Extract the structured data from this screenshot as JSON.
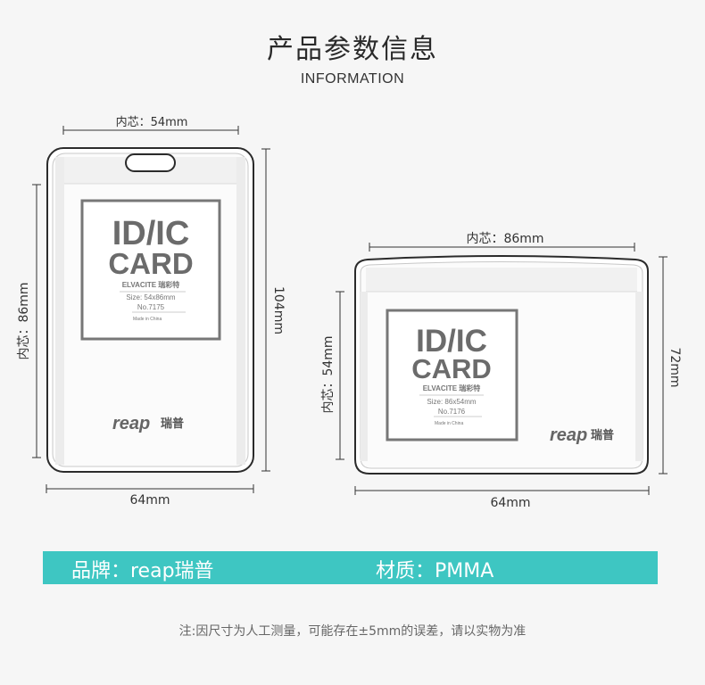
{
  "header": {
    "title": "产品参数信息",
    "subtitle": "INFORMATION"
  },
  "vertical_card": {
    "top_dim": "内芯：54mm",
    "left_dim": "内芯：86mm",
    "right_dim": "104mm",
    "bottom_dim": "64mm",
    "card_line1": "ID/IC",
    "card_line2": "CARD",
    "brand": "ELVACITE 瑞彩特",
    "size": "Size: 54x86mm",
    "model": "No.7175",
    "origin": "Made in China",
    "logo_latin": "reap",
    "logo_cn": "瑞普"
  },
  "horizontal_card": {
    "top_dim": "内芯：86mm",
    "left_dim": "内芯：54mm",
    "right_dim": "72mm",
    "bottom_dim": "64mm",
    "card_line1": "ID/IC",
    "card_line2": "CARD",
    "brand": "ELVACITE 瑞彩特",
    "size": "Size: 86x54mm",
    "model": "No.7176",
    "origin": "Made in China",
    "logo_latin": "reap",
    "logo_cn": "瑞普"
  },
  "specs": {
    "brand": "品牌：reap瑞普",
    "material": "材质：PMMA"
  },
  "footer": {
    "note": "注:因尺寸为人工测量，可能存在±5mm的误差，请以实物为准"
  },
  "colors": {
    "banner": "#3ec6c2",
    "background": "#f6f6f6",
    "card_text": "#6b6b6b"
  }
}
